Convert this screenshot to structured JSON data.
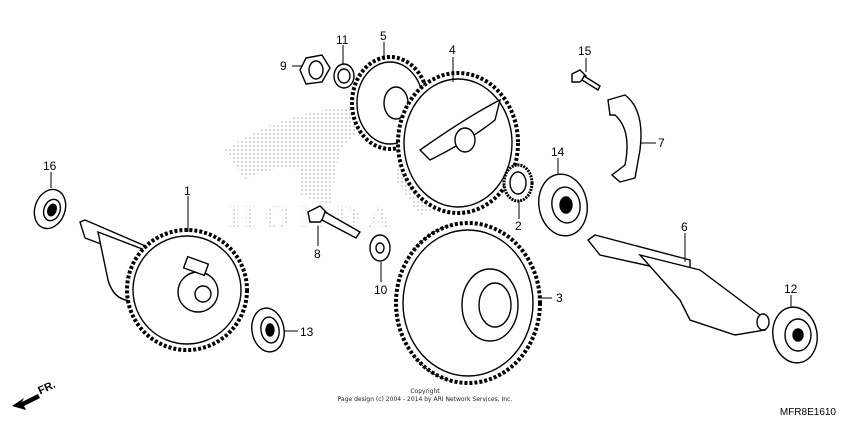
{
  "callouts": [
    "1",
    "2",
    "3",
    "4",
    "5",
    "6",
    "7",
    "8",
    "9",
    "10",
    "11",
    "12",
    "13",
    "14",
    "15",
    "16"
  ],
  "watermark": "HONDA",
  "copyright_line1": "Copyright",
  "copyright_line2": "Page design (c) 2004 - 2014 by ARI Network Services, Inc.",
  "diagram_code": "MFR8E1610",
  "direction_label": "FR.",
  "colors": {
    "line": "#000000",
    "fill": "#ffffff",
    "watermark": "#c8c8c8"
  }
}
